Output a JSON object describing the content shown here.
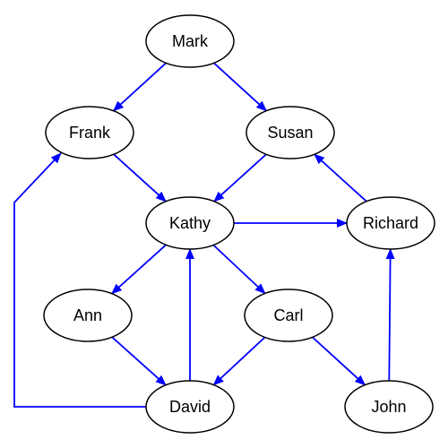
{
  "edge_color": "#0000ff",
  "node_fill": "#ffffff",
  "node_stroke": "#000000",
  "nodes": [
    {
      "id": "mark",
      "label": "Mark"
    },
    {
      "id": "frank",
      "label": "Frank"
    },
    {
      "id": "susan",
      "label": "Susan"
    },
    {
      "id": "kathy",
      "label": "Kathy"
    },
    {
      "id": "richard",
      "label": "Richard"
    },
    {
      "id": "ann",
      "label": "Ann"
    },
    {
      "id": "carl",
      "label": "Carl"
    },
    {
      "id": "david",
      "label": "David"
    },
    {
      "id": "john",
      "label": "John"
    }
  ],
  "edges": [
    {
      "from": "mark",
      "to": "frank"
    },
    {
      "from": "mark",
      "to": "susan"
    },
    {
      "from": "frank",
      "to": "kathy"
    },
    {
      "from": "susan",
      "to": "kathy"
    },
    {
      "from": "kathy",
      "to": "richard"
    },
    {
      "from": "richard",
      "to": "susan"
    },
    {
      "from": "kathy",
      "to": "ann"
    },
    {
      "from": "kathy",
      "to": "carl"
    },
    {
      "from": "ann",
      "to": "david"
    },
    {
      "from": "carl",
      "to": "david"
    },
    {
      "from": "david",
      "to": "kathy"
    },
    {
      "from": "carl",
      "to": "john"
    },
    {
      "from": "john",
      "to": "richard"
    },
    {
      "from": "david",
      "to": "frank"
    }
  ]
}
